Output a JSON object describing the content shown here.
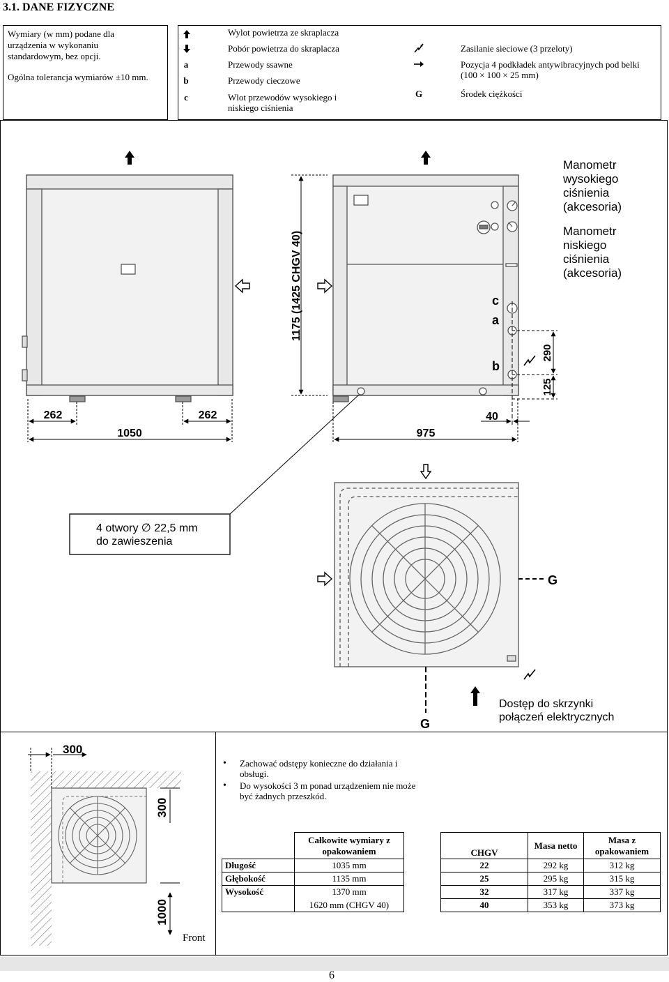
{
  "header": {
    "title": "3.1. DANE FIZYCZNE"
  },
  "tolerance": {
    "line1": "Wymiary (w mm) podane dla urządzenia w wykonaniu standardowym, bez opcji.",
    "line2": "Ogólna tolerancja wymiarów ±10 mm."
  },
  "legend": {
    "items": [
      {
        "symbol": "arrow-up-icon",
        "text": "Wylot powietrza ze skraplacza"
      },
      {
        "symbol": "arrow-down-icon",
        "text": "Pobór powietrza do skraplacza"
      },
      {
        "symbol": "a",
        "text": "Przewody ssawne"
      },
      {
        "symbol": "b",
        "text": "Przewody cieczowe"
      },
      {
        "symbol": "c",
        "text": "Wlot przewodów wysokiego i niskiego ciśnienia"
      },
      {
        "symbol": "lightning-icon",
        "text": "Zasilanie sieciowe (3 przeloty)"
      },
      {
        "symbol": "arrow-right-icon",
        "text": "Pozycja 4 podkładek antywibracyjnych pod belki (100 × 100 × 25 mm)"
      },
      {
        "symbol": "G",
        "text": "Środek ciężkości"
      }
    ]
  },
  "drawing": {
    "dim_height": "1175 (1425 CHGV 40)",
    "dim_left_a": "262",
    "dim_left_b": "262",
    "dim_width": "1050",
    "dim_depth": "975",
    "dim_40": "40",
    "dim_290": "290",
    "dim_125": "125",
    "label_c": "c",
    "label_a": "a",
    "label_b": "b",
    "label_g": "G",
    "gauge_high": [
      "Manometr",
      "wysokiego",
      "ciśnienia",
      "(akcesoria)"
    ],
    "gauge_low": [
      "Manometr",
      "niskiego",
      "ciśnienia",
      "(akcesoria)"
    ],
    "holes_note": [
      "4 otwory ∅ 22,5 mm",
      "do zawieszenia"
    ],
    "access_note": [
      "Dostęp do skrzynki",
      "połączeń elektrycznych"
    ]
  },
  "clearance": {
    "dim_300_top": "300",
    "dim_300_side": "300",
    "dim_1000": "1000",
    "front": "Front"
  },
  "notes": [
    "Zachować odstępy konieczne do działania i obsługi.",
    "Do wysokości 3 m ponad urządzeniem nie może być żadnych przeszkód."
  ],
  "dims_table": {
    "header": "Całkowite wymiary z opakowaniem",
    "rows": [
      {
        "label": "Długość",
        "value": "1035 mm"
      },
      {
        "label": "Głębokość",
        "value": "1135 mm"
      },
      {
        "label": "Wysokość",
        "value": "1370 mm"
      },
      {
        "label": "",
        "value": "1620 mm (CHGV 40)"
      }
    ]
  },
  "mass_table": {
    "headers": [
      "CHGV",
      "Masa netto",
      "Masa z opakowaniem"
    ],
    "rows": [
      [
        "22",
        "292 kg",
        "312 kg"
      ],
      [
        "25",
        "295 kg",
        "315 kg"
      ],
      [
        "32",
        "317 kg",
        "337 kg"
      ],
      [
        "40",
        "353 kg",
        "373 kg"
      ]
    ]
  },
  "footer": {
    "page": "6"
  }
}
